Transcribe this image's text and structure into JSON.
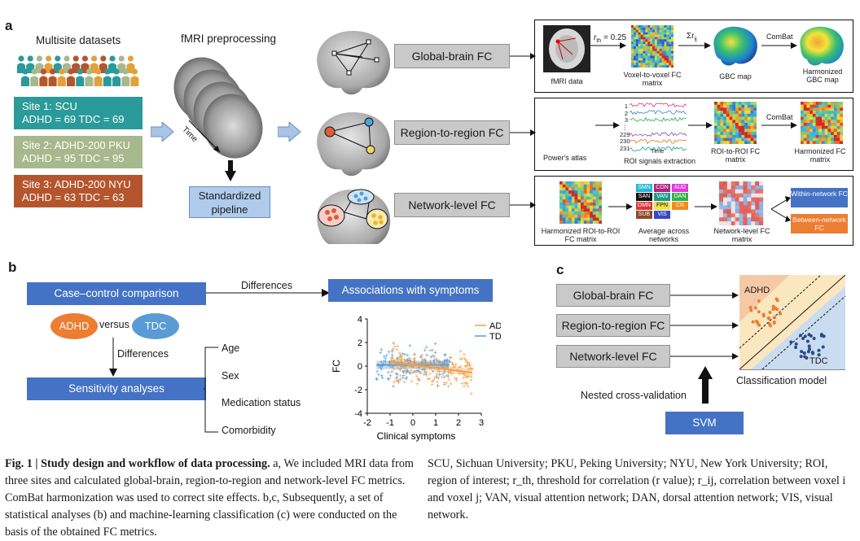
{
  "panel_a": {
    "label": "a",
    "multisite_title": "Multisite datasets",
    "preproc_title": "fMRI preprocessing",
    "time_label": "Time",
    "sites": [
      {
        "line1": "Site 1: SCU",
        "line2": "ADHD = 69   TDC = 69",
        "color": "#2b9a9a"
      },
      {
        "line1": "Site 2: ADHD-200 PKU",
        "line2": "ADHD = 95   TDC = 95",
        "color": "#a7b98c"
      },
      {
        "line1": "Site 3: ADHD-200 NYU",
        "line2": "ADHD = 63   TDC = 63",
        "color": "#b5552e"
      }
    ],
    "standardized_pipeline": "Standardized pipeline",
    "fc_labels": {
      "global": "Global-brain FC",
      "region": "Region-to-region FC",
      "network": "Network-level FC"
    },
    "global_row": {
      "fmri_data": "fMRI data",
      "r_th": "r",
      "r_th_sub": "th",
      "r_th_value": "= 0.25",
      "sum_r": "Σr",
      "sum_r_sub": "ij",
      "voxel_matrix": "Voxel-to-voxel FC matrix",
      "gbc_map": "GBC map",
      "combat": "ComBat",
      "harmonized_gbc": "Harmonized GBC map"
    },
    "region_row": {
      "powers_atlas": "Power's atlas",
      "roi_numbers": [
        "1",
        "2",
        "3",
        "229",
        "230",
        "231"
      ],
      "time": "Time",
      "roi_signals": "ROI signals extraction",
      "roi_matrix": "ROI-to-ROI FC matrix",
      "combat": "ComBat",
      "harmonized_fc": "Harmonized FC matrix"
    },
    "network_row": {
      "harmonized_roi": "Harmonized ROI-to-ROI FC matrix",
      "networks": [
        {
          "name": "SMN",
          "color": "#29b6d6"
        },
        {
          "name": "CON",
          "color": "#b2247e"
        },
        {
          "name": "AUD",
          "color": "#e23bd8"
        },
        {
          "name": "SAN",
          "color": "#111111"
        },
        {
          "name": "VAN",
          "color": "#1b9a8a"
        },
        {
          "name": "DAN",
          "color": "#2fb34a"
        },
        {
          "name": "DMN",
          "color": "#d9383a"
        },
        {
          "name": "FPN",
          "color": "#f0e04a"
        },
        {
          "name": "CN",
          "color": "#f28c1b"
        },
        {
          "name": "SUB",
          "color": "#8a4b2a"
        },
        {
          "name": "VIS",
          "color": "#3949c4"
        }
      ],
      "average": "Average across networks",
      "network_matrix": "Network-level FC matrix",
      "within": "Within-network FC",
      "between": "Between-network FC"
    }
  },
  "panel_b": {
    "label": "b",
    "case_control": "Case–control comparison",
    "differences_top": "Differences",
    "associations": "Associations with symptoms",
    "adhd": "ADHD",
    "versus": "versus",
    "tdc": "TDC",
    "differences_left": "Differences",
    "sensitivity": "Sensitivity analyses",
    "covariates": [
      "Age",
      "Sex",
      "Medication status",
      "Comorbidity"
    ]
  },
  "chart_data": {
    "type": "scatter",
    "xlabel": "Clinical symptoms",
    "ylabel": "FC",
    "xlim": [
      -2,
      3
    ],
    "ylim": [
      -4,
      4
    ],
    "xticks": [
      -2,
      -1,
      0,
      1,
      2,
      3
    ],
    "yticks": [
      -4,
      -2,
      0,
      2,
      4
    ],
    "legend_position": "top-right",
    "series": [
      {
        "name": "ADHD",
        "color": "#f0a04a",
        "fit": {
          "x": [
            -1.0,
            2.6
          ],
          "y": [
            0.35,
            -0.55
          ]
        }
      },
      {
        "name": "TDC",
        "color": "#5b9bd5",
        "fit": {
          "x": [
            -1.6,
            1.6
          ],
          "y": [
            0.1,
            0.1
          ]
        }
      }
    ]
  },
  "panel_c": {
    "label": "c",
    "features": [
      "Global-brain FC",
      "Region-to-region FC",
      "Network-level FC"
    ],
    "adhd": "ADHD",
    "tdc": "TDC",
    "classification": "Classification model",
    "nested_cv": "Nested cross-validation",
    "svm": "SVM"
  },
  "caption": {
    "fig": "Fig. 1 | Study design and workflow of data processing.",
    "left": " a, We included MRI data from three sites and calculated global-brain, region-to-region and network-level FC metrics. ComBat harmonization was used to correct site effects. b,c, Subsequently, a set of statistical analyses (b) and machine-learning classification (c) were conducted on the basis of the obtained FC metrics.",
    "right": "SCU, Sichuan University; PKU, Peking University; NYU, New York University; ROI, region of interest; r_th, threshold for correlation (r value); r_ij, correlation between voxel i and voxel j; VAN, visual attention network; DAN, dorsal attention network; VIS, visual network."
  }
}
